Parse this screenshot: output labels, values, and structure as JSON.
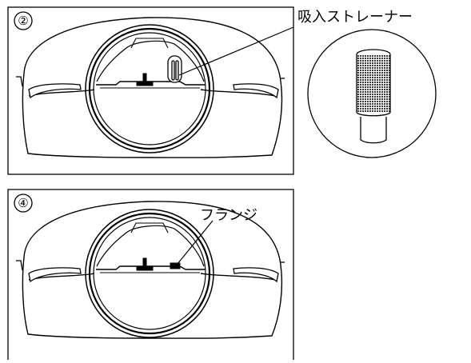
{
  "panels": [
    {
      "step_label": "②",
      "callout_label": "吸入ストレーナー"
    },
    {
      "step_label": "④",
      "callout_label": "フランジ"
    }
  ],
  "colors": {
    "ink": "#000000",
    "paper": "#ffffff",
    "mesh": "#3a3a3a"
  }
}
